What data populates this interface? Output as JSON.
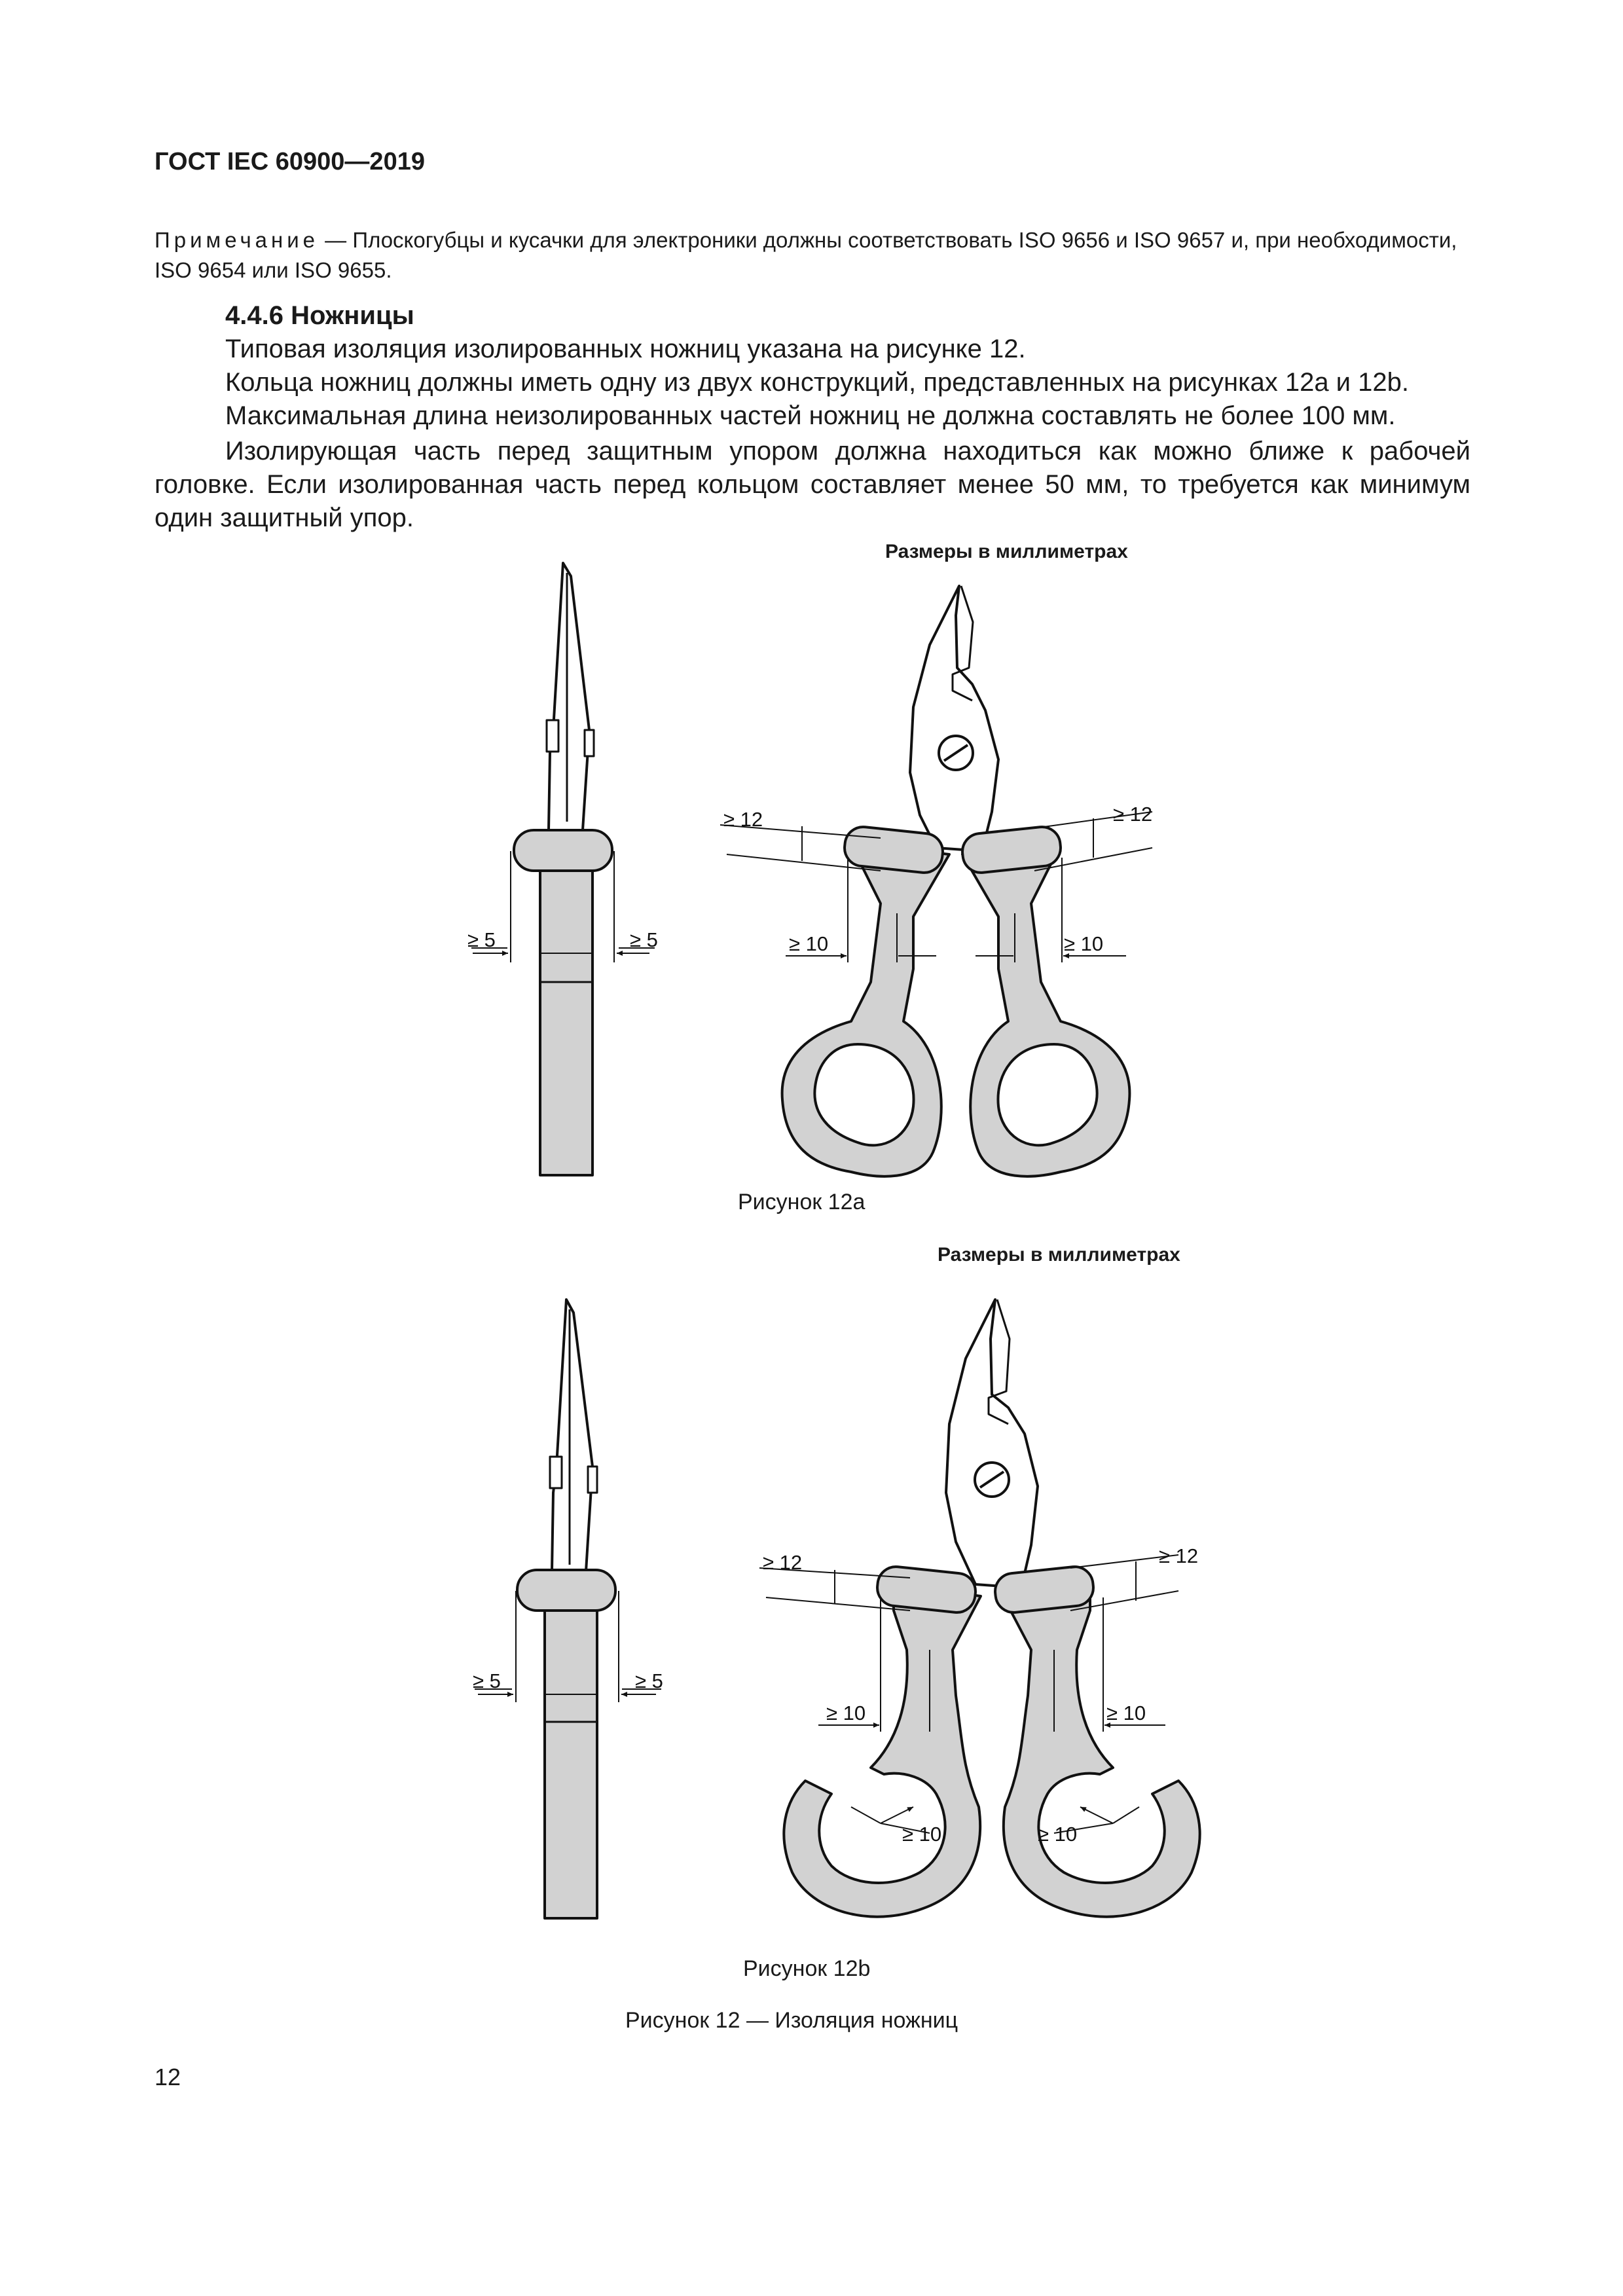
{
  "header": {
    "title": "ГОСТ IEC 60900—2019"
  },
  "note": {
    "label": "Примечание",
    "text": " — Плоскогубцы и кусачки для электроники должны соответствовать ISO 9656 и ISO 9657 и, при необходимости, ISO 9654 или ISO 9655."
  },
  "section": {
    "title": "4.4.6 Ножницы",
    "paragraphs": [
      "Типовая изоляция изолированных ножниц указана на рисунке 12.",
      "Кольца ножниц должны иметь одну из двух конструкций, представленных на рисунках 12a и 12b.",
      "Максимальная длина неизолированных частей ножниц не должна составлять не более 100 мм.",
      "Изолирующая часть перед защитным упором должна находиться как можно ближе к рабочей головке. Если изолированная часть перед кольцом составляет менее 50 мм, то требуется как минимум один защитный упор."
    ]
  },
  "figures": {
    "units_label": "Размеры в миллиметрах",
    "fig_a": {
      "caption": "Рисунок 12a",
      "dims": {
        "stop_left": "≥ 5",
        "stop_right": "≥ 5",
        "guard_left": "≥ 12",
        "guard_right": "≥ 12",
        "handle_left": "≥ 10",
        "handle_right": "≥ 10"
      }
    },
    "fig_b": {
      "caption": "Рисунок 12b",
      "dims": {
        "stop_left": "≥ 5",
        "stop_right": "≥ 5",
        "guard_left": "≥ 12",
        "guard_right": "≥ 12",
        "handle_left": "≥ 10",
        "handle_right": "≥ 10",
        "ring_left": "≥ 10",
        "ring_right": "≥ 10"
      }
    },
    "main_caption": "Рисунок 12 — Изоляция ножниц"
  },
  "page_number": "12",
  "colors": {
    "insulation": "#d2d2d2",
    "line": "#111111"
  }
}
